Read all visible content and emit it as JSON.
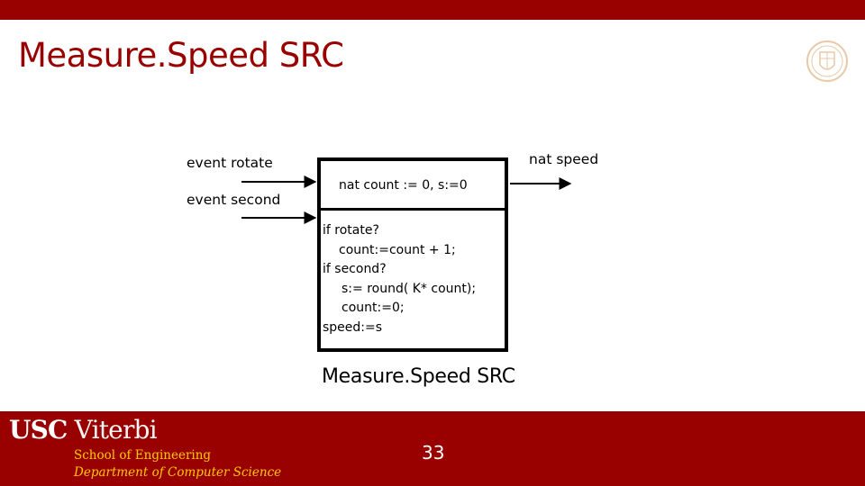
{
  "slide": {
    "title": "Measure.Speed SRC"
  },
  "diagram": {
    "inputs": [
      {
        "label": "event rotate"
      },
      {
        "label": "event second"
      }
    ],
    "output": {
      "label": "nat speed"
    },
    "box": {
      "init": "nat count := 0, s:=0",
      "code": [
        "if rotate?",
        "   count:=count + 1;",
        "if second?",
        "    s:= round( K* count);",
        "    count:=0;",
        "speed:=s"
      ],
      "caption": "Measure.Speed SRC"
    }
  },
  "footer": {
    "brand_usc": "USC",
    "brand_viterbi": "Viterbi",
    "school": "School of Engineering",
    "department": "Department of Computer Science",
    "page_number": "33",
    "background_color": "#990000",
    "text_accent_color": "#ffcc00"
  },
  "icons": {
    "seal": "usc-seal-icon"
  },
  "colors": {
    "title": "#990000",
    "top_bar": "#990000"
  }
}
